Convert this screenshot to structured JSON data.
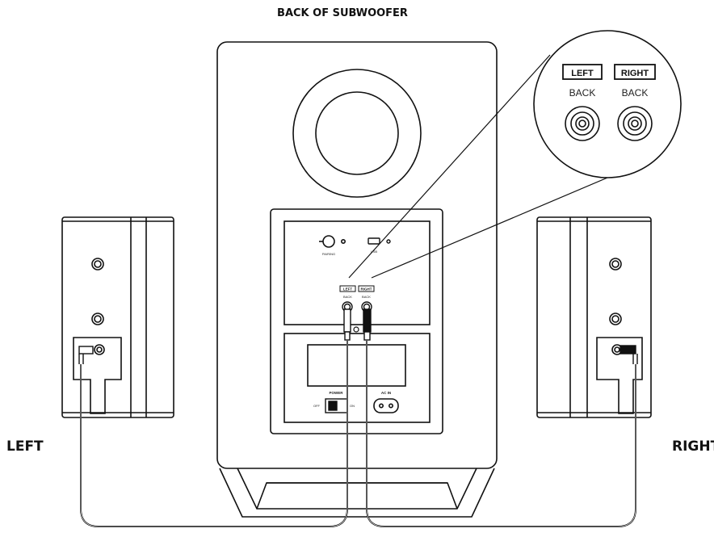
{
  "title": "BACK OF SUBWOOFER",
  "left_label": "LEFT",
  "right_label": "RIGHT",
  "zoom": {
    "left_box": "LEFT",
    "right_box": "RIGHT",
    "left_sub": "BACK",
    "right_sub": "BACK"
  },
  "panel": {
    "pairing": "PAIRING",
    "usb": "USB",
    "left_small": "LEFT",
    "right_small": "RIGHT",
    "back_left": "BACK",
    "back_right": "BACK",
    "power": "POWER",
    "off": "OFF",
    "on": "ON",
    "ac_in": "AC IN"
  },
  "colors": {
    "line": "#111111",
    "background": "#ffffff"
  },
  "icons": [
    "bluetooth-pairing-icon",
    "usb-port-icon",
    "rca-jack-icon",
    "ac-inlet-icon",
    "power-switch-icon"
  ]
}
